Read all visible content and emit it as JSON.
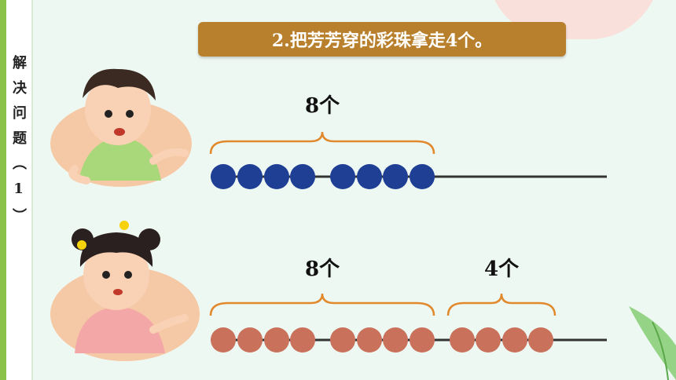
{
  "sidebar": {
    "title": "解决问题（1）"
  },
  "header": {
    "title": "2.把芳芳穿的彩珠拿走4个。"
  },
  "row1": {
    "label": "8个",
    "bead_count": 8,
    "bead_color": "#1f3f95"
  },
  "row2": {
    "label_left": "8个",
    "label_right": "4个",
    "bead_count": 12,
    "bead_color": "#c9715a"
  },
  "colors": {
    "title_bg": "#b8802c",
    "side_accent": "#8bc34a",
    "background": "#eef8f3"
  },
  "icons": [
    "boy-illustration",
    "girl-illustration",
    "leaf-decoration"
  ]
}
